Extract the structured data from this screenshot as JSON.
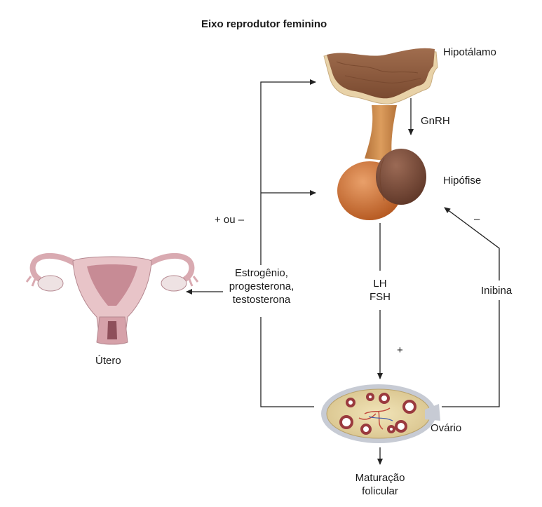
{
  "title": "Eixo reprodutor feminino",
  "labels": {
    "hypothalamus": "Hipotálamo",
    "gnrh": "GnRH",
    "pituitary": "Hipófise",
    "plus_or_minus": "+ ou –",
    "minus": "–",
    "hormones_line1": "Estrogênio,",
    "hormones_line2": "progesterona,",
    "hormones_line3": "testosterona",
    "lh": "LH",
    "fsh": "FSH",
    "inhibin": "Inibina",
    "plus": "+",
    "uterus": "Útero",
    "ovary": "Ovário",
    "maturation_line1": "Maturação",
    "maturation_line2": "folicular"
  },
  "colors": {
    "line": "#222222",
    "hypothalamus_dark": "#8a5a3c",
    "hypothalamus_edge": "#e8d2a8",
    "pituitary_anterior": "#c96a2e",
    "pituitary_posterior": "#7b4d38",
    "stalk": "#c98a4a",
    "uterus_fill": "#e8c4c8",
    "uterus_inner": "#c78b95",
    "ovary_fill": "#e6d6a8",
    "ovary_capsule": "#c7cbd4",
    "follicle": "#9a3a3e"
  }
}
